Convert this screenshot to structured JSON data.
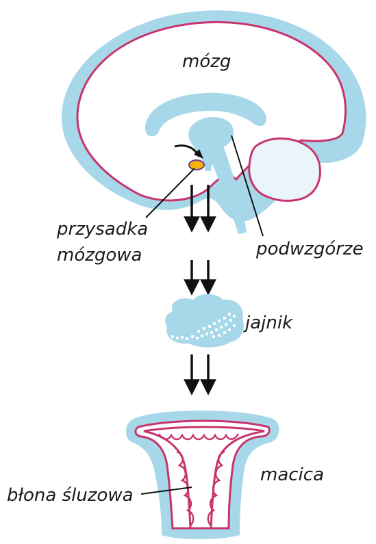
{
  "labels": {
    "brain": "mózg",
    "pituitary_line1": "przysadka",
    "pituitary_line2": "mózgowa",
    "hypothalamus": "podwzgórze",
    "ovary": "jajnik",
    "uterus": "macica",
    "endometrium": "błona śluzowa"
  },
  "colors": {
    "tissue_blue": "#a7d8ea",
    "outline_pink": "#c8336e",
    "gland_yellow": "#f4b400",
    "gland_outline": "#6a3aa0",
    "arrow": "#111111",
    "text": "#1a1a1a"
  }
}
